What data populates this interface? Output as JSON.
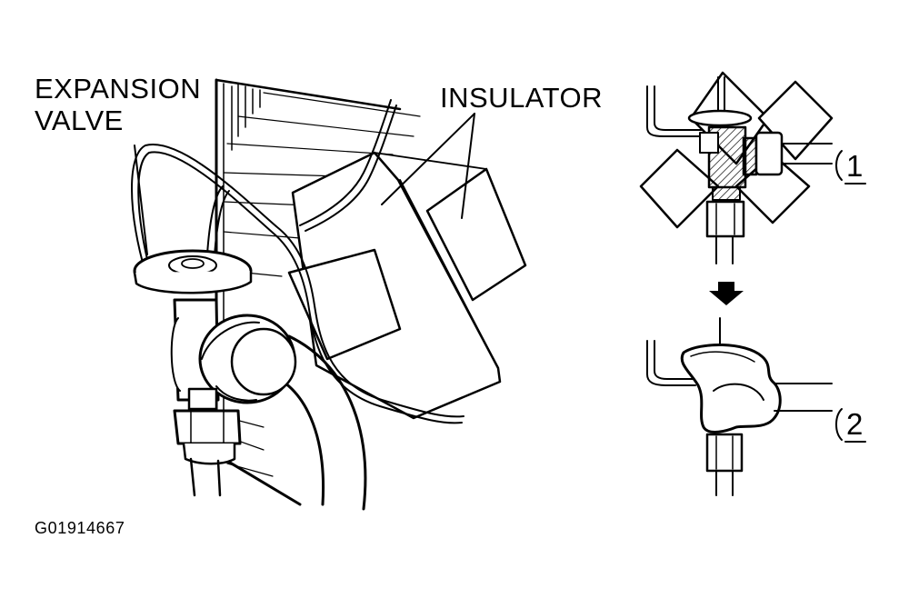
{
  "labels": {
    "expansion_line1": "EXPANSION",
    "expansion_line2": "VALVE",
    "insulator": "INSULATOR",
    "step1": "1",
    "step2": "2",
    "figure_code": "G01914667"
  },
  "icons": {
    "arrow": "down-arrow-icon"
  },
  "colors": {
    "ink": "#000000",
    "paper": "#ffffff"
  }
}
